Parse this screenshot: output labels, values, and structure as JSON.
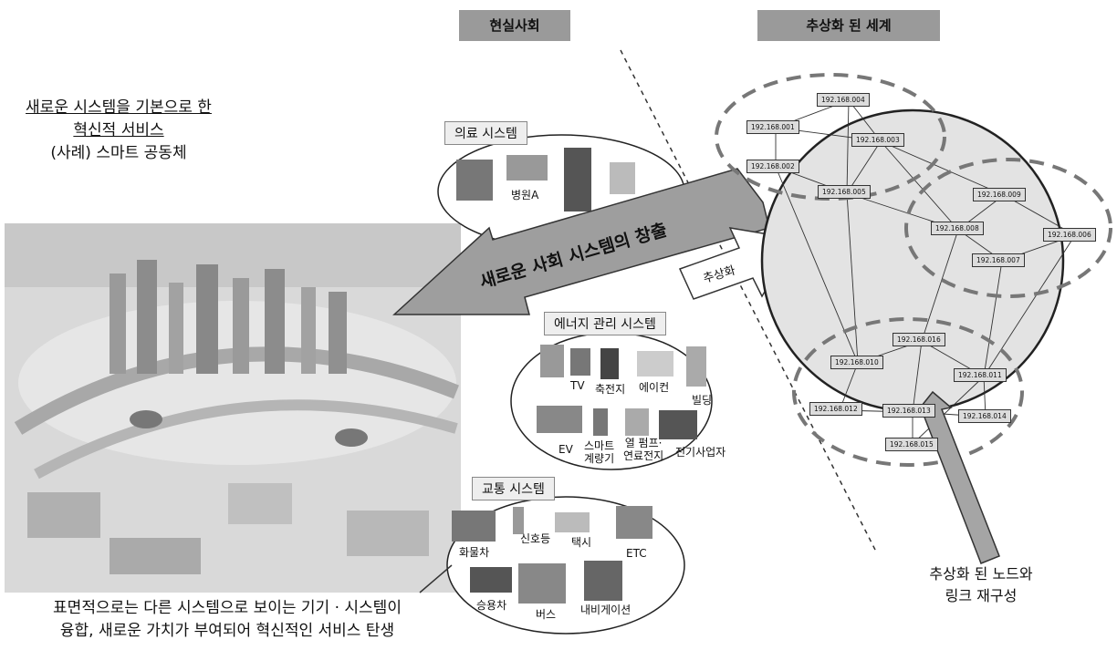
{
  "headers": {
    "real": "현실사회",
    "abstract": "추상화 된 세계"
  },
  "title": {
    "line1": "새로운 시스템을 기본으로 한",
    "line2": "혁신적 서비스",
    "line3": "(사례) 스마트 공동체"
  },
  "arrows": {
    "creation": "새로운 사회 시스템의 창출",
    "abstraction": "추상화"
  },
  "medical": {
    "label": "의료 시스템",
    "devices": [
      "병원A"
    ]
  },
  "energy": {
    "label": "에너지 관리 시스템",
    "devices": [
      "TV",
      "축전지",
      "에이컨",
      "빌딩",
      "EV",
      "스마트\n계량기",
      "열 펌프·\n연료전지",
      "전기사업자"
    ]
  },
  "traffic": {
    "label": "교통 시스템",
    "devices": [
      "화물차",
      "신호등",
      "택시",
      "ETC",
      "승용차",
      "버스",
      "내비게이션"
    ]
  },
  "nodes": [
    "192.168.004",
    "192.168.001",
    "192.168.003",
    "192.168.002",
    "192.168.005",
    "192.168.009",
    "192.168.008",
    "192.168.006",
    "192.168.007",
    "192.168.016",
    "192.168.010",
    "192.168.011",
    "192.168.012",
    "192.168.013",
    "192.168.014",
    "192.168.015"
  ],
  "caption": {
    "line1": "표면적으로는 다른 시스템으로 보이는 기기 · 시스템이",
    "line2": "융합, 새로운 가치가 부여되어 혁신적인 서비스 탄생"
  },
  "reconstruct": {
    "line1": "추상화 된 노드와",
    "line2": "링크 재구성"
  }
}
